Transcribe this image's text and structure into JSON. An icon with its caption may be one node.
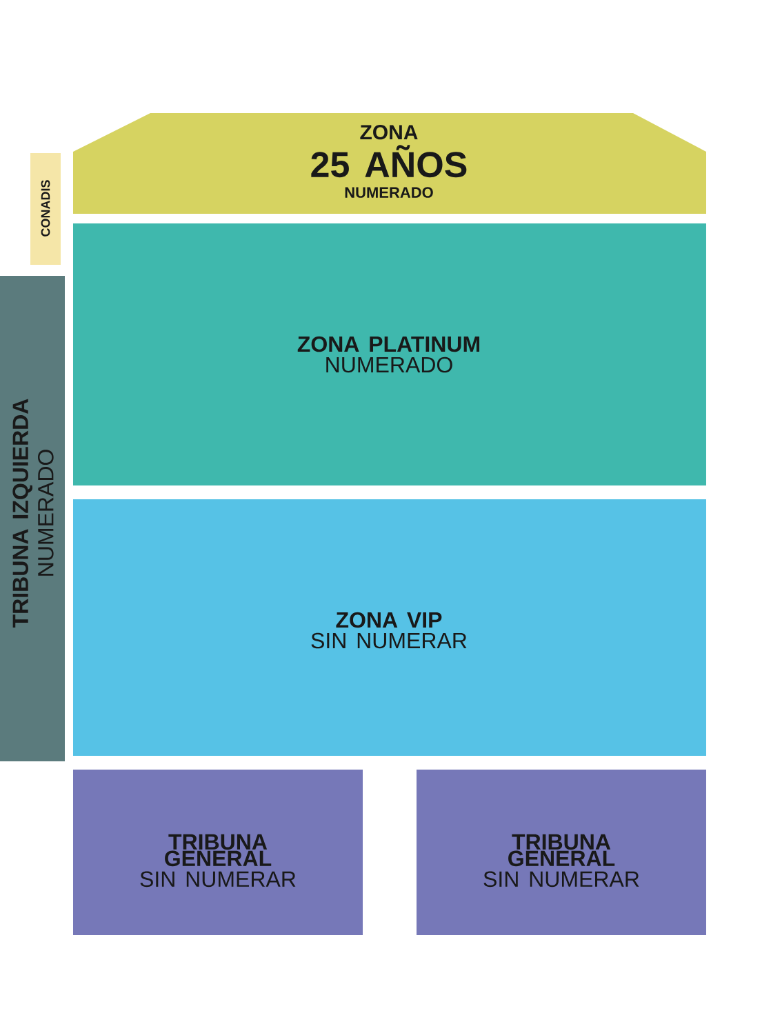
{
  "diagram": {
    "nodes": [
      {
        "text": [
          "ZONA",
          "25 AÑOS",
          "NUMERADO"
        ]
      },
      {
        "text": [
          "CONADIS"
        ]
      },
      {
        "text": [
          "ZONA PLATINUM",
          "NUMERADO"
        ]
      },
      {
        "text": [
          "ZONA VIP",
          "SIN NUMERAR"
        ]
      },
      {
        "text": [
          "TRIBUNA IZQUIERDA",
          "NUMERADO"
        ]
      },
      {
        "text": [
          "TRIBUNA GENERAL",
          "SIN NUMERAR"
        ]
      },
      {
        "text": [
          "TRIBUNA GENERAL",
          "SIN NUMERAR"
        ]
      }
    ]
  }
}
